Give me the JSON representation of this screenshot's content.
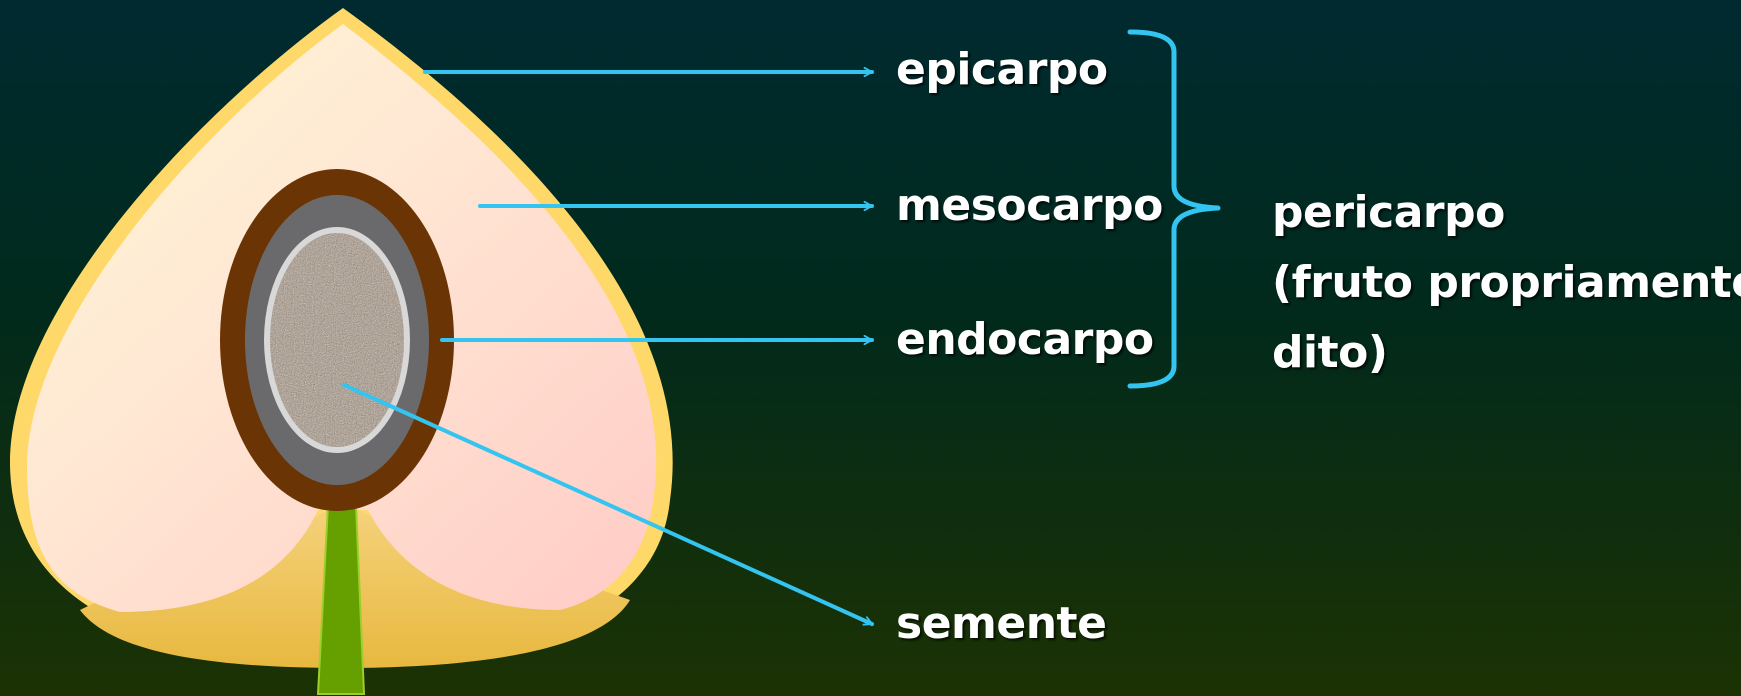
{
  "labels": {
    "epicarpo": "epicarpo",
    "mesocarpo": "mesocarpo",
    "endocarpo": "endocarpo",
    "semente": "semente"
  },
  "group": {
    "line1": "pericarpo",
    "line2": "(fruto propriamente",
    "line3": "dito)"
  },
  "colors": {
    "arrow": "#33c4f0",
    "epicarp_rim": "#ffd86a",
    "mesocarp_flesh": "#ffe8d6",
    "endocarp_shell": "#6b3404",
    "seed": "#a79a8e",
    "stem": "#66a000"
  }
}
